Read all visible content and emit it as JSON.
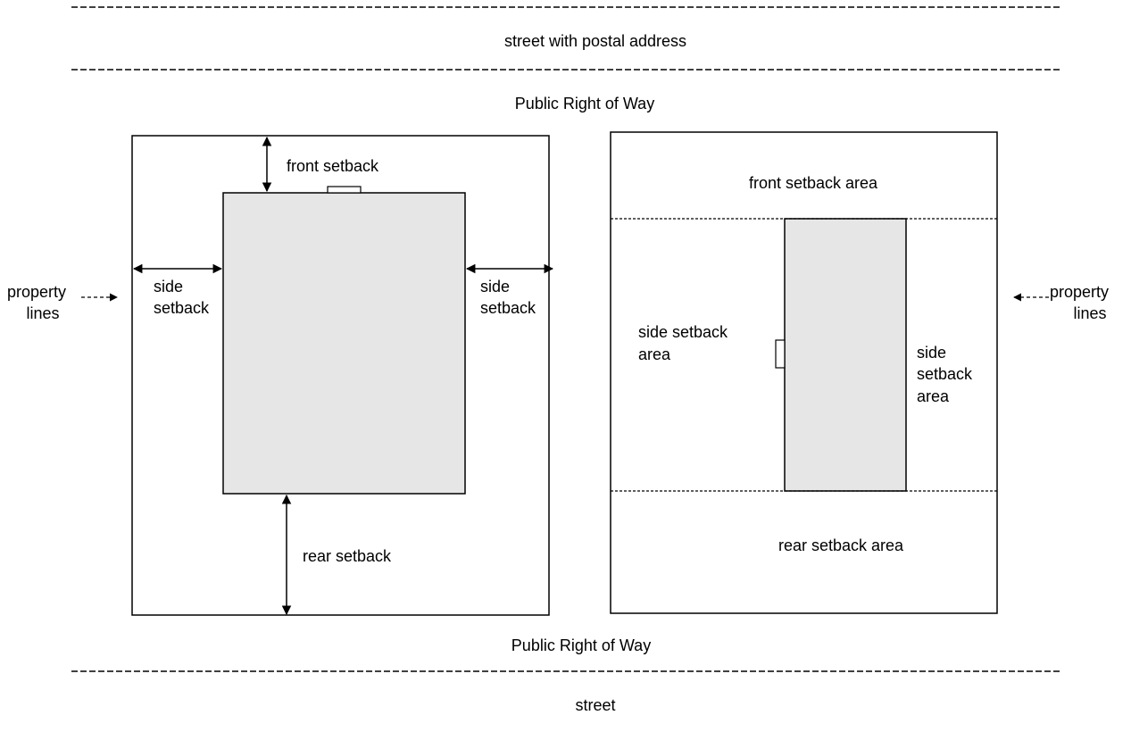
{
  "top_street": {
    "label": "street with postal address"
  },
  "top_row": {
    "label": "Public Right of Way"
  },
  "bottom_row": {
    "label": "Public Right of Way"
  },
  "bottom_street": {
    "label": "street"
  },
  "left_lot": {
    "front_setback": "front setback",
    "side_setback_left": [
      "side",
      "setback"
    ],
    "side_setback_right": [
      "side",
      "setback"
    ],
    "rear_setback": "rear setback"
  },
  "right_lot": {
    "front_area": "front setback area",
    "side_area_left": [
      "side setback",
      "area"
    ],
    "side_area_right": [
      "side",
      "setback",
      "area"
    ],
    "rear_area": "rear setback area"
  },
  "property_lines_left": [
    "property",
    "lines"
  ],
  "property_lines_right": [
    "property",
    "lines"
  ],
  "colors": {
    "building_fill": "#e6e6e6",
    "line": "#000000"
  }
}
